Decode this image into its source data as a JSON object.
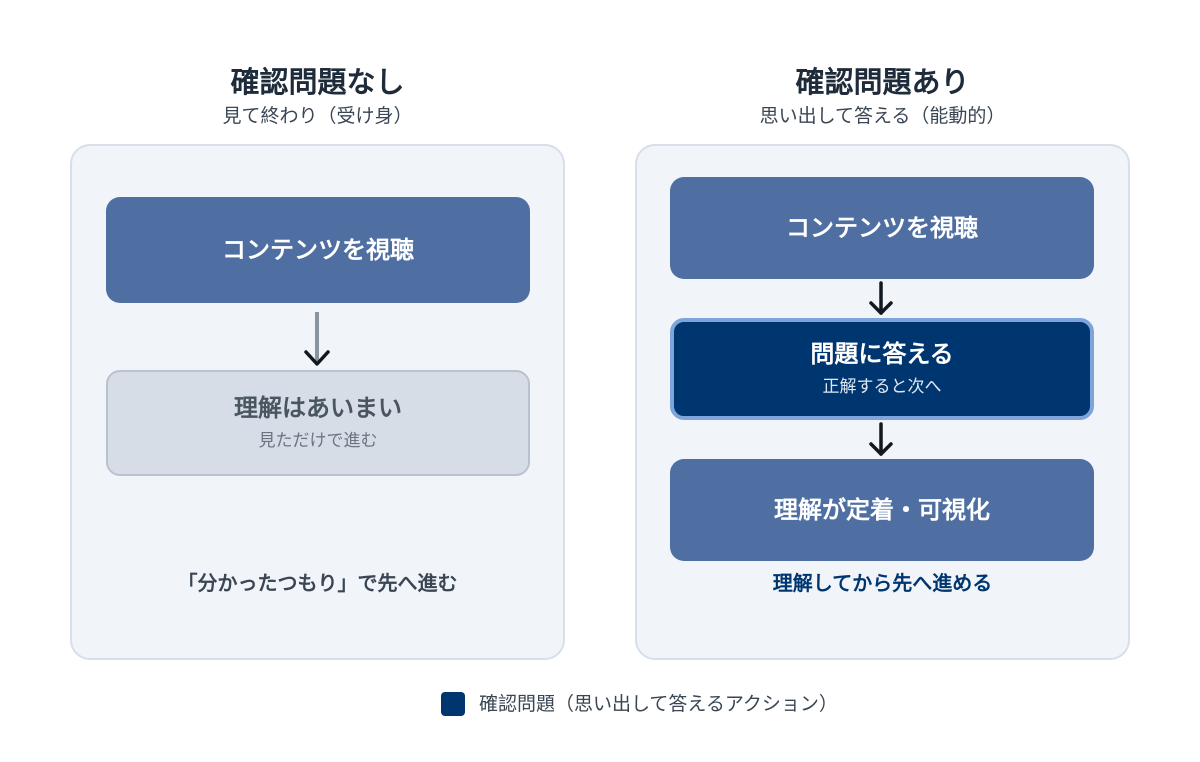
{
  "colors": {
    "panel_bg": "#f1f4f9",
    "panel_border": "#d7dfeb",
    "box_mid": "#4f6fa3",
    "box_pale": "#d7dde6",
    "box_dark": "#003670",
    "box_dark_border": "#7da4db",
    "arrow_gray": "#8a949f",
    "arrow_dark": "#111820",
    "left_note": "#3a4654",
    "right_note": "#003670"
  },
  "left": {
    "title": "確認問題なし",
    "subtitle": "見て終わり（受け身）",
    "box1": {
      "label": "コンテンツを視聴"
    },
    "box2": {
      "label": "理解はあいまい",
      "sub": "見ただけで進む"
    },
    "note": "「分かったつもり」で先へ進む"
  },
  "right": {
    "title": "確認問題あり",
    "subtitle": "思い出して答える（能動的）",
    "box1": {
      "label": "コンテンツを視聴"
    },
    "box2": {
      "label": "問題に答える",
      "sub": "正解すると次へ"
    },
    "box3": {
      "label": "理解が定着・可視化"
    },
    "note": "理解してから先へ進める"
  },
  "legend": {
    "label": "確認問題（思い出して答えるアクション）"
  }
}
